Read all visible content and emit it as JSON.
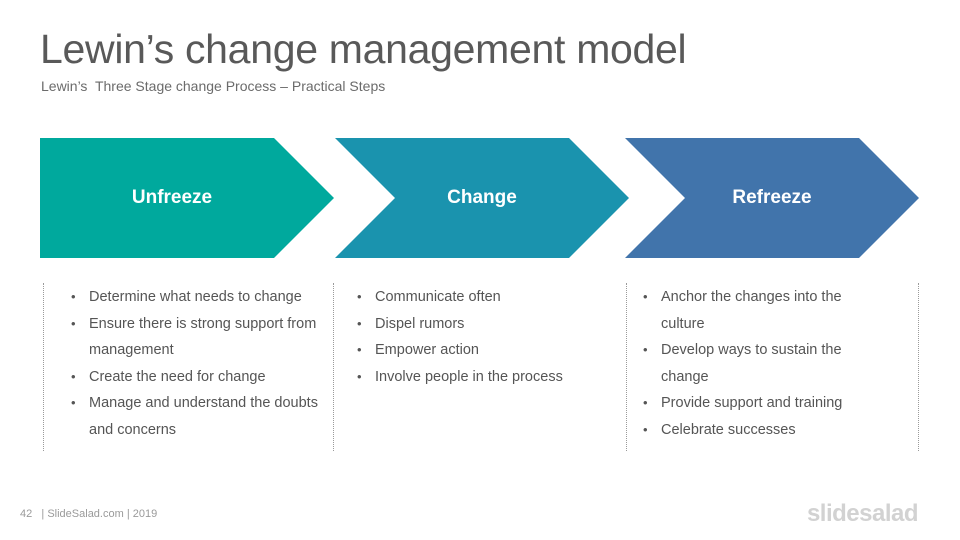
{
  "slide": {
    "title": "Lewin’s change management model",
    "subtitle": "Lewin’s  Three Stage change Process – Practical Steps"
  },
  "stages": [
    {
      "label": "Unfreeze",
      "color": "#00A99D",
      "items": [
        "Determine what needs to change",
        "Ensure there is strong support from management",
        "Create the need for change",
        "Manage and understand the doubts and concerns"
      ]
    },
    {
      "label": "Change",
      "color": "#1A93AE",
      "items": [
        "Communicate often",
        "Dispel rumors",
        "Empower action",
        "Involve people in the process"
      ]
    },
    {
      "label": "Refreeze",
      "color": "#4174AB",
      "items": [
        "Anchor the changes into the culture",
        "Develop ways to sustain the change",
        "Provide support and training",
        "Celebrate successes"
      ]
    }
  ],
  "footer": {
    "page_number": "42",
    "credit": "| SlideSalad.com | 2019",
    "brand": "slidesalad"
  }
}
